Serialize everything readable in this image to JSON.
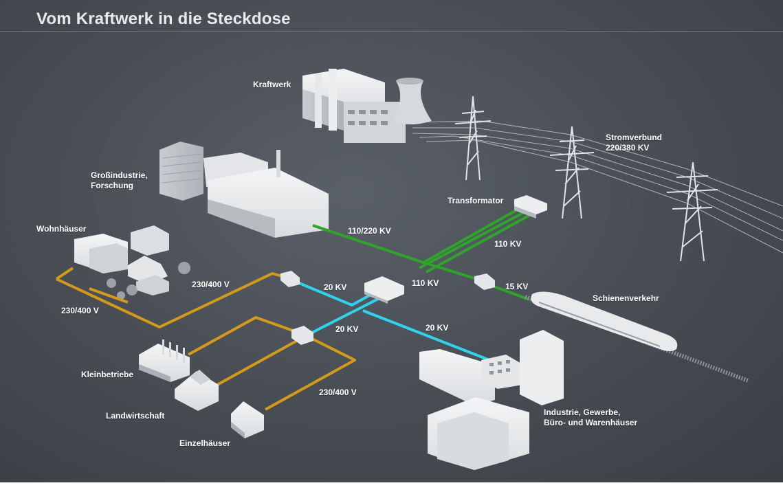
{
  "title": "Vom Kraftwerk in die Steckdose",
  "colors": {
    "line_high": "#2fa32a",
    "line_medium": "#2fd4ec",
    "line_low": "#d49a1a",
    "background": "#474c53"
  },
  "labels": {
    "kraftwerk": "Kraftwerk",
    "stromverbund": [
      "Stromverbund",
      "220/380 KV"
    ],
    "grossindustrie": [
      "Großindustrie,",
      "Forschung"
    ],
    "transformator": "Transformator",
    "wohnhaeuser": "Wohnhäuser",
    "kv_110_220": "110/220 KV",
    "kv_110_a": "110 KV",
    "kv_110_b": "110 KV",
    "v_230_400_a": "230/400 V",
    "v_230_400_b": "230/400 V",
    "v_230_400_c": "230/400 V",
    "kv_20_a": "20 KV",
    "kv_20_b": "20 KV",
    "kv_20_c": "20 KV",
    "kv_15": "15 KV",
    "schienenverkehr": "Schienenverkehr",
    "kleinbetriebe": "Kleinbetriebe",
    "landwirtschaft": "Landwirtschaft",
    "einzelhaeuser": "Einzelhäuser",
    "industrie": [
      "Industrie, Gewerbe,",
      "Büro- und Warenhäuser"
    ]
  }
}
